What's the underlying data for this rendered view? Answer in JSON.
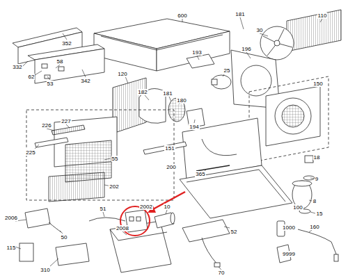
{
  "diagram": {
    "labels": [
      "600",
      "181",
      "110",
      "352",
      "30",
      "332",
      "58",
      "62",
      "53",
      "342",
      "193",
      "196",
      "25",
      "120",
      "182",
      "181",
      "180",
      "194",
      "150",
      "226",
      "227",
      "225",
      "55",
      "200",
      "202",
      "151",
      "365",
      "18",
      "9",
      "100",
      "8",
      "15",
      "2006",
      "51",
      "2002",
      "10",
      "50",
      "2008",
      "52",
      "1000",
      "160",
      "115",
      "310",
      "9999",
      "70"
    ]
  }
}
